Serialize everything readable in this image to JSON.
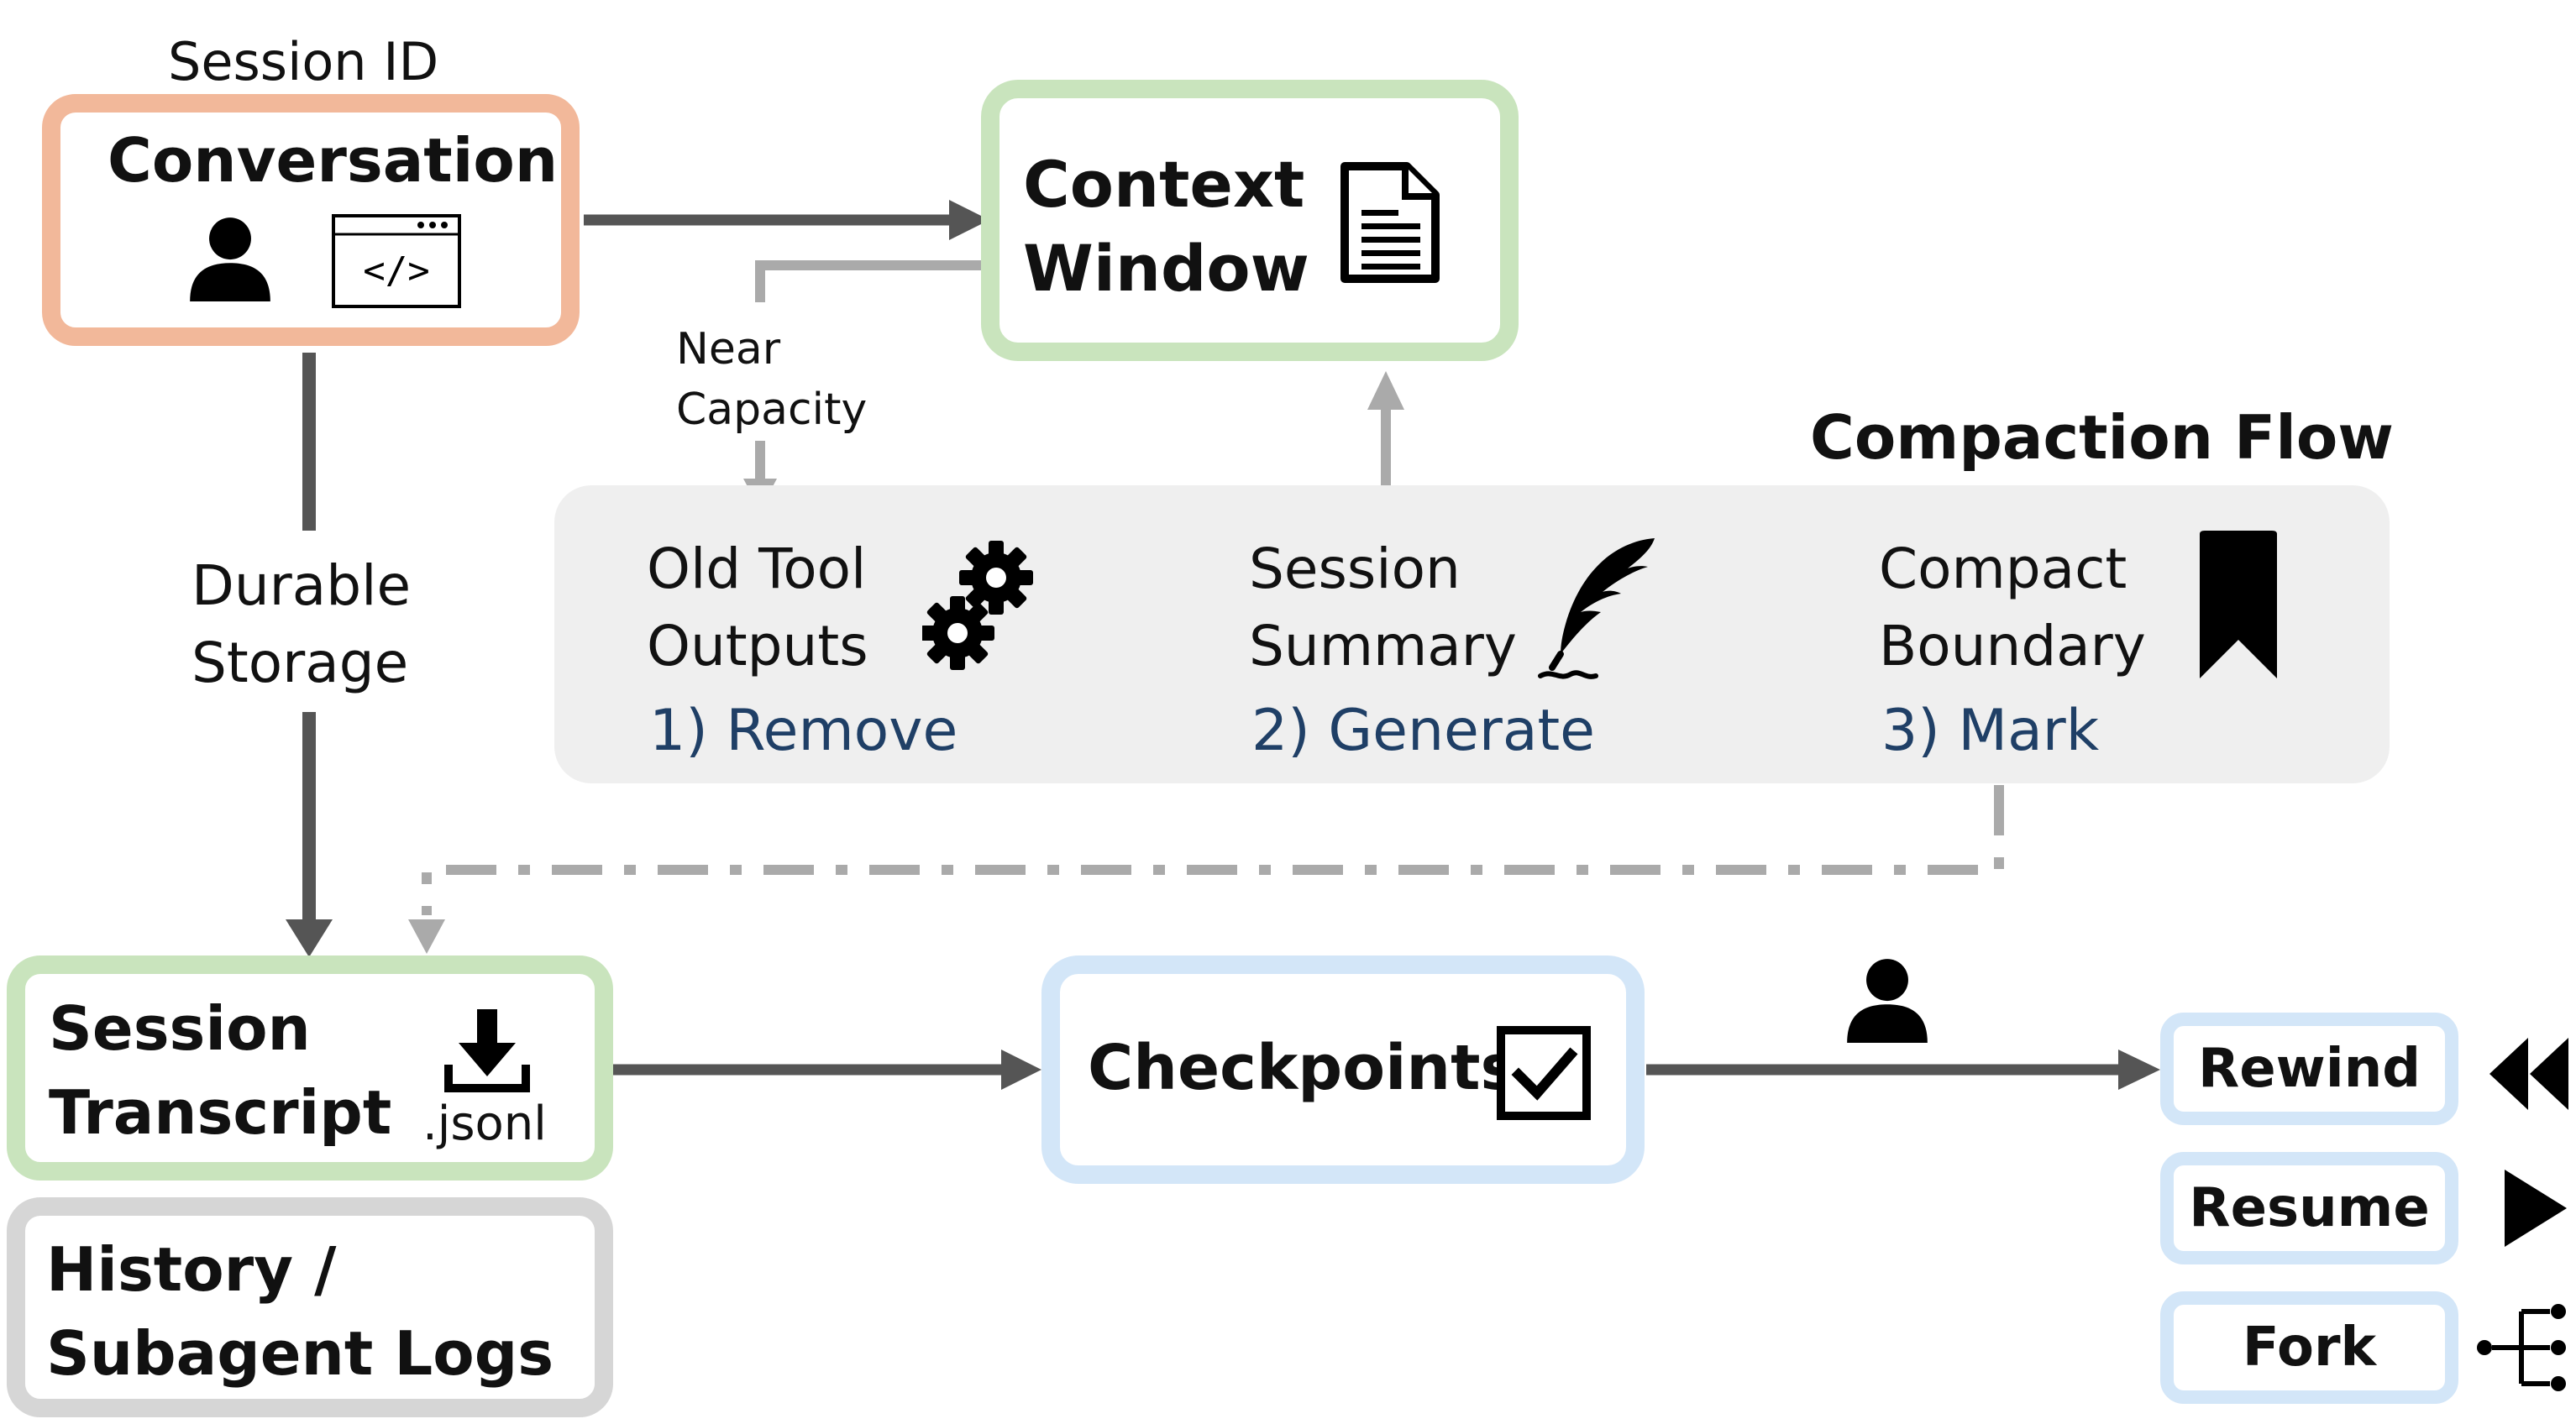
{
  "session_id_label": "Session ID",
  "conversation": {
    "title": "Conversation"
  },
  "context_window": {
    "line1": "Context",
    "line2": "Window"
  },
  "near_capacity": {
    "line1": "Near",
    "line2": "Capacity"
  },
  "durable_storage": {
    "line1": "Durable",
    "line2": "Storage"
  },
  "compaction": {
    "title": "Compaction Flow",
    "steps": [
      {
        "line1": "Old Tool",
        "line2": "Outputs",
        "action": "1) Remove",
        "icon": "gears-icon"
      },
      {
        "line1": "Session",
        "line2": "Summary",
        "action": "2) Generate",
        "icon": "quill-icon"
      },
      {
        "line1": "Compact",
        "line2": "Boundary",
        "action": "3) Mark",
        "icon": "bookmark-icon"
      }
    ]
  },
  "session_transcript": {
    "line1": "Session",
    "line2": "Transcript",
    "file_ext": ".jsonl"
  },
  "history": {
    "line1": "History /",
    "line2": "Subagent Logs"
  },
  "checkpoints": {
    "label": "Checkpoints"
  },
  "actions": [
    {
      "label": "Rewind",
      "icon": "rewind-icon"
    },
    {
      "label": "Resume",
      "icon": "play-icon"
    },
    {
      "label": "Fork",
      "icon": "fork-icon"
    }
  ],
  "colors": {
    "conversation_border": "#f2b89a",
    "context_border": "#c9e4bd",
    "transcript_border": "#c9e4bd",
    "history_border": "#d6d6d6",
    "checkpoint_border": "#d3e6f8",
    "compaction_bg": "#efefef",
    "arrow_dark": "#555555",
    "arrow_light": "#aaaaaa",
    "action_text": "#1f3f66"
  }
}
